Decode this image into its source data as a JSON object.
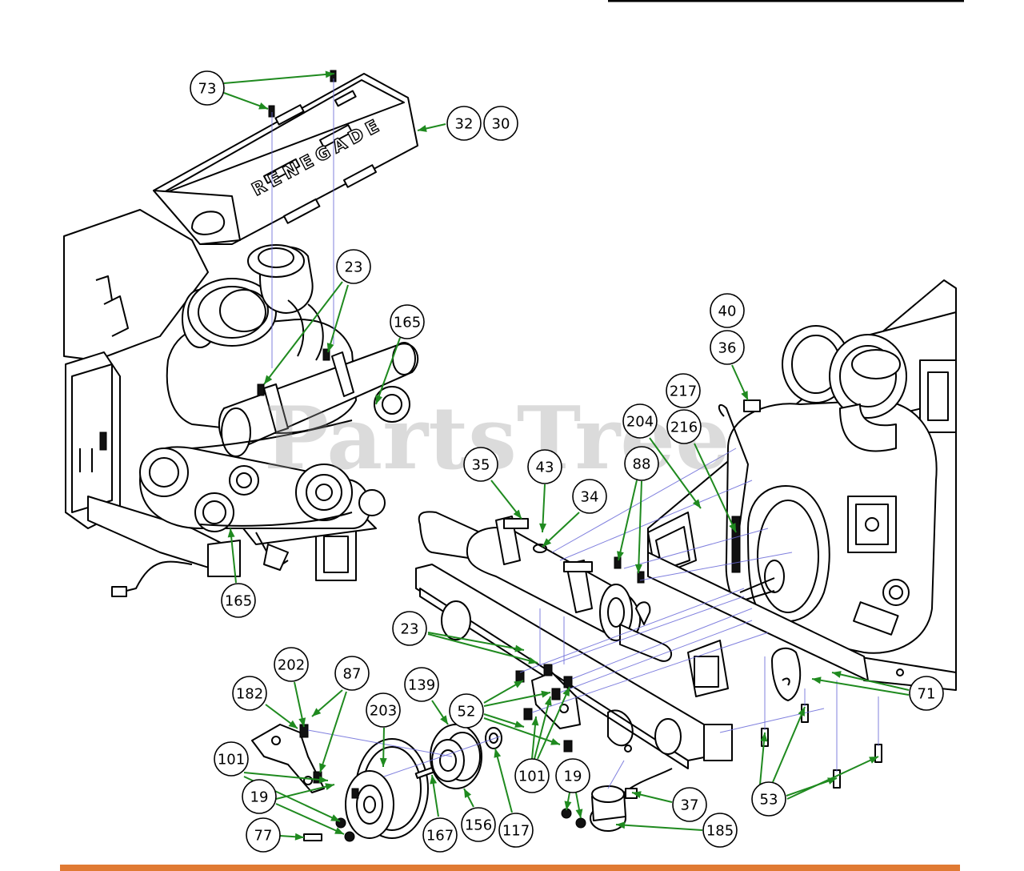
{
  "watermark": "PartsTree",
  "logo": "RENEGADE",
  "colors": {
    "leader": "#1f8a1f",
    "guide": "#6a6ad8",
    "footer_bar": "#e07a33",
    "watermark": "#9a9a9a"
  },
  "callouts": [
    {
      "id": "c73",
      "label": "73"
    },
    {
      "id": "c32",
      "label": "32"
    },
    {
      "id": "c30",
      "label": "30"
    },
    {
      "id": "c23a",
      "label": "23"
    },
    {
      "id": "c165a",
      "label": "165"
    },
    {
      "id": "c165b",
      "label": "165"
    },
    {
      "id": "c40",
      "label": "40"
    },
    {
      "id": "c36",
      "label": "36"
    },
    {
      "id": "c217",
      "label": "217"
    },
    {
      "id": "c204",
      "label": "204"
    },
    {
      "id": "c216",
      "label": "216"
    },
    {
      "id": "c88",
      "label": "88"
    },
    {
      "id": "c35",
      "label": "35"
    },
    {
      "id": "c43",
      "label": "43"
    },
    {
      "id": "c34",
      "label": "34"
    },
    {
      "id": "c23b",
      "label": "23"
    },
    {
      "id": "c139",
      "label": "139"
    },
    {
      "id": "c202",
      "label": "202"
    },
    {
      "id": "c87",
      "label": "87"
    },
    {
      "id": "c182",
      "label": "182"
    },
    {
      "id": "c203",
      "label": "203"
    },
    {
      "id": "c52",
      "label": "52"
    },
    {
      "id": "c71",
      "label": "71"
    },
    {
      "id": "c101a",
      "label": "101"
    },
    {
      "id": "c101b",
      "label": "101"
    },
    {
      "id": "c19a",
      "label": "19"
    },
    {
      "id": "c19b",
      "label": "19"
    },
    {
      "id": "c37",
      "label": "37"
    },
    {
      "id": "c53",
      "label": "53"
    },
    {
      "id": "c77",
      "label": "77"
    },
    {
      "id": "c167",
      "label": "167"
    },
    {
      "id": "c156",
      "label": "156"
    },
    {
      "id": "c117",
      "label": "117"
    },
    {
      "id": "c185",
      "label": "185"
    }
  ]
}
